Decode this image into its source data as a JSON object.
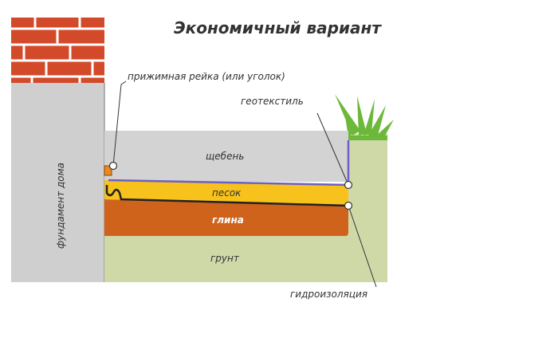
{
  "title": "Экономичный вариант",
  "labels": {
    "foundation": "фундамент дома",
    "clamp": "прижимная рейка (или уголок)",
    "geotextile": "геотекстиль",
    "gravel": "щебень",
    "sand": "песок",
    "clay": "глина",
    "soil": "грунт",
    "waterproofing": "гидроизоляция"
  },
  "colors": {
    "brick": "#d34a2b",
    "mortar": "#ffffff",
    "foundation": "#cfcfcf",
    "gravel": "#d3d3d3",
    "sand": "#f7c21b",
    "clay": "#d0631b",
    "soil": "#cfd9a8",
    "geotextile_line": "#6c5fc7",
    "waterproofing_line": "#222222",
    "grass": "#6cb83a"
  }
}
